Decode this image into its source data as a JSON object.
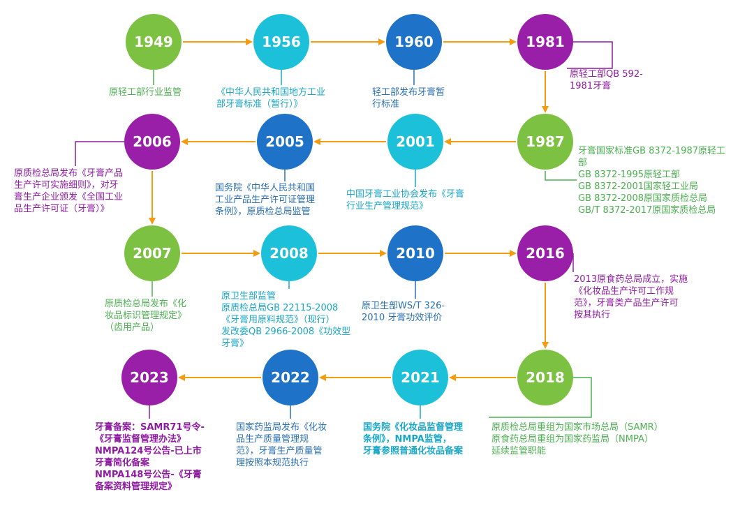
{
  "colors": {
    "green": "#7cc142",
    "cyan": "#1cc1d9",
    "blue": "#1e73c8",
    "purple": "#9a1fa8",
    "arrow": "#f39c12",
    "green_text": "#4caf50",
    "cyan_text": "#1aa6c6",
    "blue_text": "#2a6fb0",
    "purple_text": "#8e1ca0"
  },
  "nodes": [
    {
      "year": "1949",
      "color": "green"
    },
    {
      "year": "1956",
      "color": "cyan"
    },
    {
      "year": "1960",
      "color": "blue"
    },
    {
      "year": "1981",
      "color": "purple"
    },
    {
      "year": "1987",
      "color": "green"
    },
    {
      "year": "2001",
      "color": "cyan"
    },
    {
      "year": "2005",
      "color": "blue"
    },
    {
      "year": "2006",
      "color": "purple"
    },
    {
      "year": "2007",
      "color": "green"
    },
    {
      "year": "2008",
      "color": "cyan"
    },
    {
      "year": "2010",
      "color": "blue"
    },
    {
      "year": "2016",
      "color": "purple"
    },
    {
      "year": "2018",
      "color": "green"
    },
    {
      "year": "2021",
      "color": "cyan"
    },
    {
      "year": "2022",
      "color": "blue"
    },
    {
      "year": "2023",
      "color": "purple"
    }
  ],
  "descriptions": [
    {
      "text": "原轻工部行业监管",
      "color": "green_text"
    },
    {
      "text": "《中华人民共和国地方工业\n部牙膏标准（暂行）》",
      "color": "cyan_text"
    },
    {
      "text": "轻工部发布牙膏暂\n行标准",
      "color": "blue_text"
    },
    {
      "text": "原轻工部QB 592-\n1981牙膏",
      "color": "purple_text"
    },
    {
      "text": "牙膏国家标准GB 8372-1987原轻工\n部\nGB 8372-1995原轻工部\nGB 8372-2001国家轻工业局\nGB 8372-2008原国家质检总局\nGB/T 8372-2017原国家质检总局",
      "color": "green_text"
    },
    {
      "text": "中国牙膏工业协会发布《牙膏\n行业生产管理规范》",
      "color": "cyan_text"
    },
    {
      "text": "国务院《中华人民共和国\n工业产品生产许可证管理\n条例》，原质检总局监管",
      "color": "blue_text"
    },
    {
      "text": "原质检总局发布《牙膏产品\n生产许可实施细则》，对牙\n膏生产企业颁发《全国工业\n品生产许可证（牙膏）》",
      "color": "purple_text"
    },
    {
      "text": "原质检总局发布《化\n妆品标识管理规定》\n（齿用产品）",
      "color": "green_text"
    },
    {
      "text": "原卫生部监管\n原质检总局GB 22115-2008\n《牙膏用原料规范》（现行）\n发改委QB 2966-2008《功效型\n牙膏》",
      "color": "cyan_text"
    },
    {
      "text": "原卫生部WS/T 326-\n2010 牙膏功效评价",
      "color": "blue_text"
    },
    {
      "text": "2013原食药总局成立，实施\n《化妆品生产许可工作规\n范》，牙膏类产品生产许可\n按其执行",
      "color": "purple_text"
    },
    {
      "text": "原质检总局重组为国家市场总局（SAMR）\n原食药总局重组为国家药监局（NMPA）\n延续监管职能",
      "color": "green_text"
    },
    {
      "text": "国务院《化妆品监督管理\n条例》，NMPA监管，\n牙膏参照普通化妆品备案",
      "color": "cyan_text"
    },
    {
      "text": "国家药监局发布《化妆\n品生产质量管理规\n范》，牙膏生产质量管\n理按照本规范执行",
      "color": "blue_text"
    },
    {
      "text": "牙膏备案：SAMR71号令-\n《牙膏监督管理办法》\nNMPA124号公告-已上市\n牙膏简化备案\nNMPA148号公告-《牙膏\n备案资料管理规定》",
      "color": "purple_text"
    }
  ]
}
